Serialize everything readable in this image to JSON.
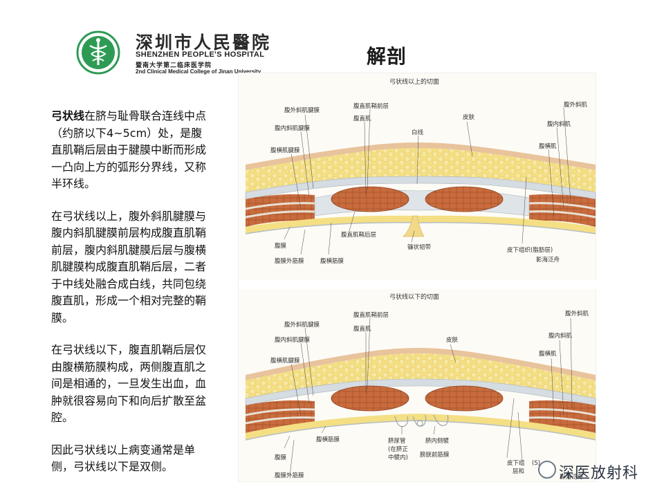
{
  "header": {
    "logo_cn": "深圳市人民醫院",
    "logo_en1": "SHENZHEN PEOPLE'S HOSPITAL",
    "logo_cn2": "暨南大学第二临床医学院",
    "logo_en2": "2nd Clinical Medical College of Jinan University",
    "title": "解剖"
  },
  "text": {
    "p1_bold": "弓状线",
    "p1_rest": "在脐与耻骨联合连线中点（约脐以下4~5cm）处，是腹直肌鞘后层由于腱膜中断而形成一凸向上方的弧形分界线，又称半环线。",
    "p2": "在弓状线以上，腹外斜肌腱膜与腹内斜肌腱膜前层构成腹直肌鞘前层，腹内斜肌腱膜后层与腹横肌腱膜构成腹直肌鞘后层，二者于中线处融合成白线，共同包绕腹直肌，形成一个相对完整的鞘膜。",
    "p3": "在弓状线以下，腹直肌鞘后层仅由腹横筋膜构成，两侧腹直肌之间是相通的，一旦发生出血，血肿就很容易向下和向后扩散至盆腔。",
    "p4": "因此弓状线以上病变通常是单侧，弓状线以下是双侧。"
  },
  "diagram_top": {
    "caption": "弓状线以上的切面",
    "labels": {
      "ext_obl_apo": "腹外斜肌腱膜",
      "int_obl_apo": "腹内斜肌腱膜",
      "trans_apo": "腹横肌腱膜",
      "ant_sheath": "腹直肌鞘前层",
      "rectus": "腹直肌",
      "linea_alba": "白线",
      "skin": "皮肤",
      "ext_obl": "腹外斜肌",
      "int_obl": "腹内斜肌",
      "trans": "腹横肌",
      "post_sheath": "腹直肌鞘后层",
      "falciform": "镰状韧带",
      "peritoneum": "腹膜",
      "extraperit_fascia": "腹膜外筋膜",
      "transv_fascia": "腹横筋膜",
      "subcut": "皮下组织(脂肪层)",
      "watermark": "影海泛舟"
    }
  },
  "diagram_bottom": {
    "caption": "弓状线以下的切面",
    "labels": {
      "ext_obl_apo": "腹外斜肌腱膜",
      "int_obl_apo": "腹内斜肌腱膜",
      "trans_apo": "腹横肌腱膜",
      "ant_sheath": "腹直肌鞘前层",
      "rectus": "腹直肌",
      "skin": "皮肤",
      "ext_obl": "腹外斜肌",
      "int_obl": "腹内斜肌",
      "trans": "腹横肌",
      "transv_fascia": "腹横筋膜",
      "urachus_1": "脐尿管",
      "urachus_2": "(在脐正",
      "urachus_3": "中襞内)",
      "int_hernia": "脐内侧襞",
      "bladder_fascia": "膀胱前筋膜",
      "peritoneum": "腹膜",
      "extraperit_fascia": "腹膜外筋膜",
      "subcut_1": "皮下组",
      "subcut_2": "层和",
      "subcut_3": "(S)",
      "watermark": "影海泛舟"
    }
  },
  "watermark": {
    "brand": "深医放射科"
  },
  "colors": {
    "fat": "#f3dc78",
    "muscle": "#c76a3c",
    "fascia": "#cfd6dc",
    "skin": "#e9c8a4"
  }
}
